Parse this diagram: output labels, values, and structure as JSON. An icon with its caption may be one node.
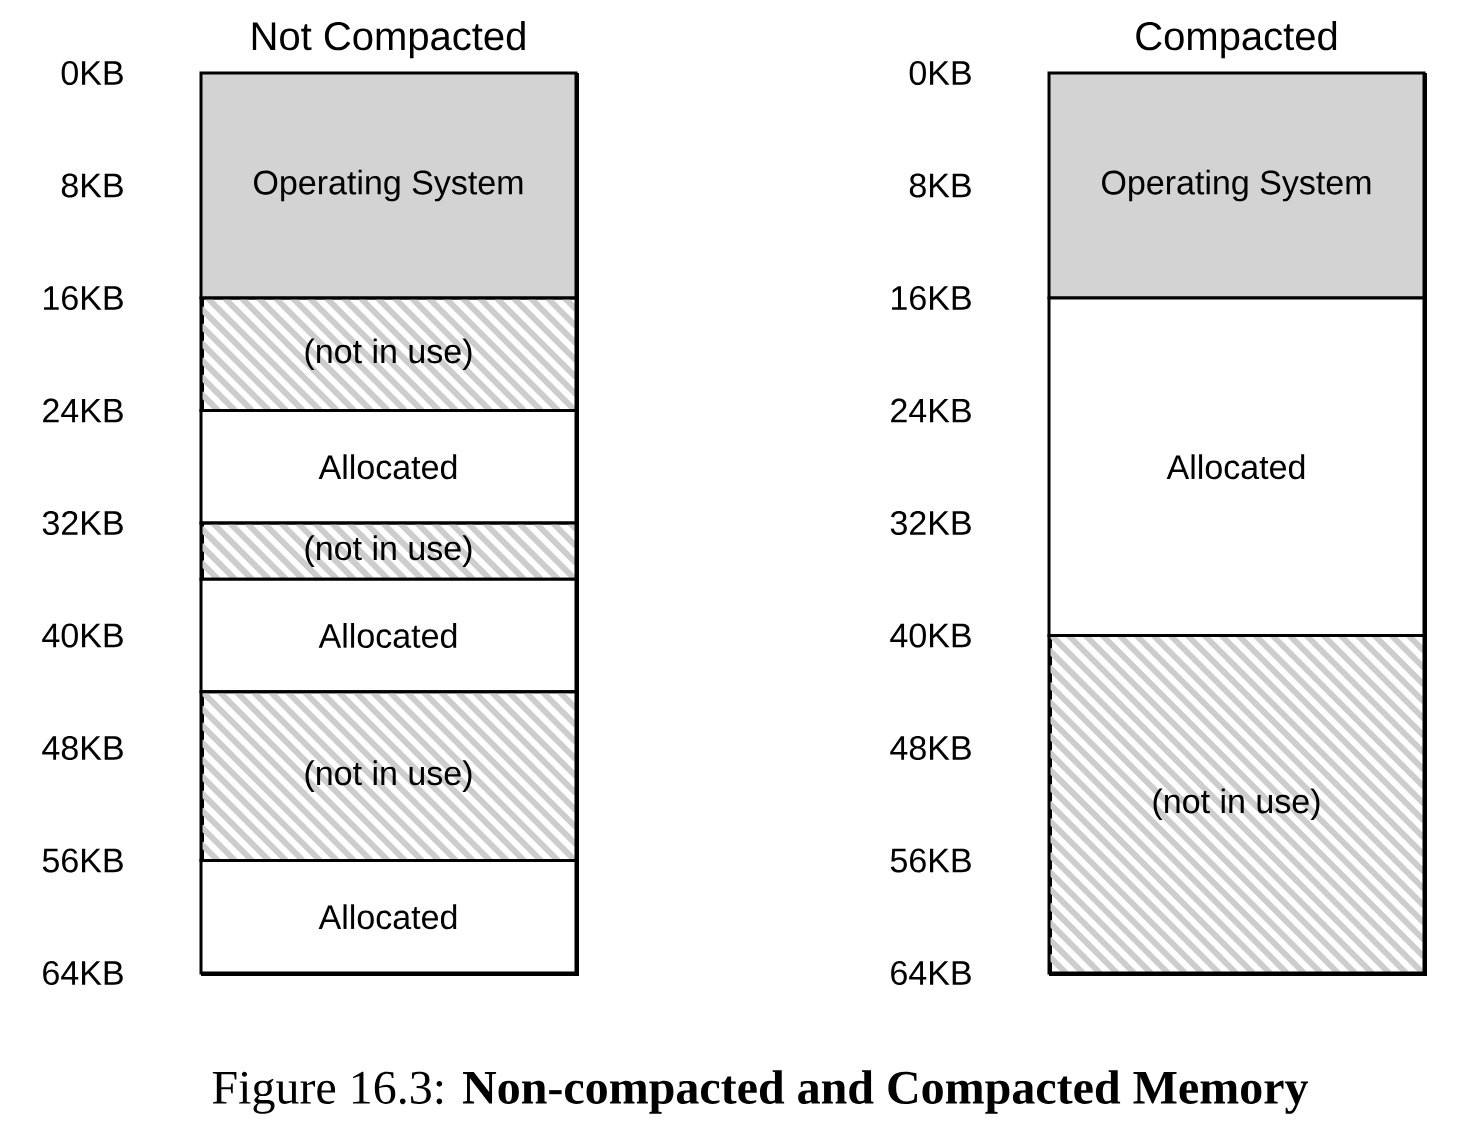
{
  "diagram": {
    "caption": "Figure 16.3: **Non-compacted and Compacted Memory**",
    "nodes": [
      {
        "text": [
          "Not Compacted"
        ]
      },
      {
        "text": [
          "Operating System"
        ],
        "in": 0
      },
      {
        "text": [
          "(not in use)"
        ],
        "in": 0
      },
      {
        "text": [
          "Allocated"
        ],
        "in": 0
      },
      {
        "text": [
          "(not in use)"
        ],
        "in": 0
      },
      {
        "text": [
          "Allocated"
        ],
        "in": 0
      },
      {
        "text": [
          "(not in use)"
        ],
        "in": 0
      },
      {
        "text": [
          "Allocated"
        ],
        "in": 0
      },
      {
        "text": [
          "Compacted"
        ]
      },
      {
        "text": [
          "Operating System"
        ],
        "in": 8
      },
      {
        "text": [
          "Allocated"
        ],
        "in": 8
      },
      {
        "text": [
          "(not in use)"
        ],
        "in": 8
      }
    ],
    "labels": [
      "0KB",
      "8KB",
      "16KB",
      "24KB",
      "32KB",
      "40KB",
      "48KB",
      "56KB",
      "64KB",
      "0KB",
      "8KB",
      "16KB",
      "24KB",
      "32KB",
      "40KB",
      "48KB",
      "56KB",
      "64KB"
    ]
  }
}
